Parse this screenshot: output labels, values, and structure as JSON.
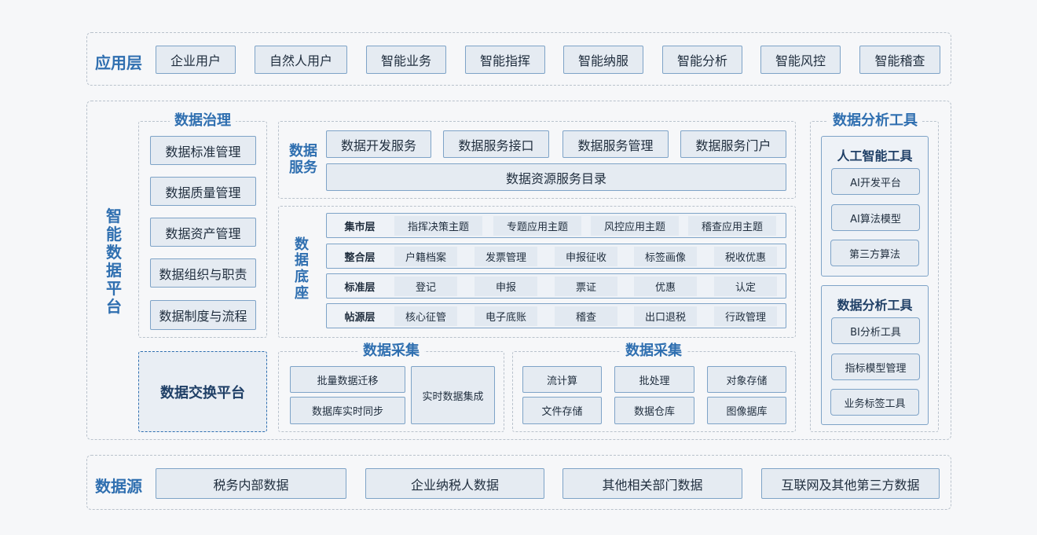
{
  "app_layer": {
    "title": "应用层",
    "items": [
      "企业用户",
      "自然人用户",
      "智能业务",
      "智能指挥",
      "智能纳服",
      "智能分析",
      "智能风控",
      "智能稽查"
    ]
  },
  "platform": {
    "title_chars": [
      "智",
      "能",
      "数",
      "据",
      "平",
      "台"
    ],
    "governance": {
      "title": "数据治理",
      "items": [
        "数据标准管理",
        "数据质量管理",
        "数据资产管理",
        "数据组织与职责",
        "数据制度与流程"
      ]
    },
    "exchange": {
      "title": "数据交换平台"
    },
    "service": {
      "title_chars": [
        "数据",
        "服务"
      ],
      "items": [
        "数据开发服务",
        "数据服务接口",
        "数据服务管理",
        "数据服务门户"
      ],
      "catalog": "数据资源服务目录"
    },
    "base": {
      "title_chars": [
        "数",
        "据",
        "底",
        "座"
      ],
      "rows": [
        {
          "label": "集市层",
          "cells": [
            "指挥决策主题",
            "专题应用主题",
            "风控应用主题",
            "稽查应用主题"
          ]
        },
        {
          "label": "整合层",
          "cells": [
            "户籍档案",
            "发票管理",
            "申报征收",
            "标签画像",
            "税收优惠"
          ]
        },
        {
          "label": "标准层",
          "cells": [
            "登记",
            "申报",
            "票证",
            "优惠",
            "认定"
          ]
        },
        {
          "label": "帖源层",
          "cells": [
            "核心征管",
            "电子底账",
            "稽查",
            "出口退税",
            "行政管理"
          ]
        }
      ]
    },
    "collect_left": {
      "title": "数据采集",
      "items": [
        "批量数据迁移",
        "数据库实时同步"
      ],
      "side": "实时数据集成"
    },
    "collect_right": {
      "title": "数据采集",
      "items": [
        "流计算",
        "批处理",
        "对象存储",
        "文件存储",
        "数据仓库",
        "图像据库"
      ]
    },
    "analysis_tools": {
      "title": "数据分析工具",
      "ai": {
        "title": "人工智能工具",
        "items": [
          "AI开发平台",
          "AI算法模型",
          "第三方算法"
        ]
      },
      "da": {
        "title": "数据分析工具",
        "items": [
          "BI分析工具",
          "指标模型管理",
          "业务标签工具"
        ]
      }
    }
  },
  "source_layer": {
    "title": "数据源",
    "items": [
      "税务内部数据",
      "企业纳税人数据",
      "其他相关部门数据",
      "互联网及其他第三方数据"
    ]
  },
  "colors": {
    "accent": "#2f6fb0",
    "box_fill": "#e5ebf2",
    "box_border": "#7ea3c7"
  }
}
